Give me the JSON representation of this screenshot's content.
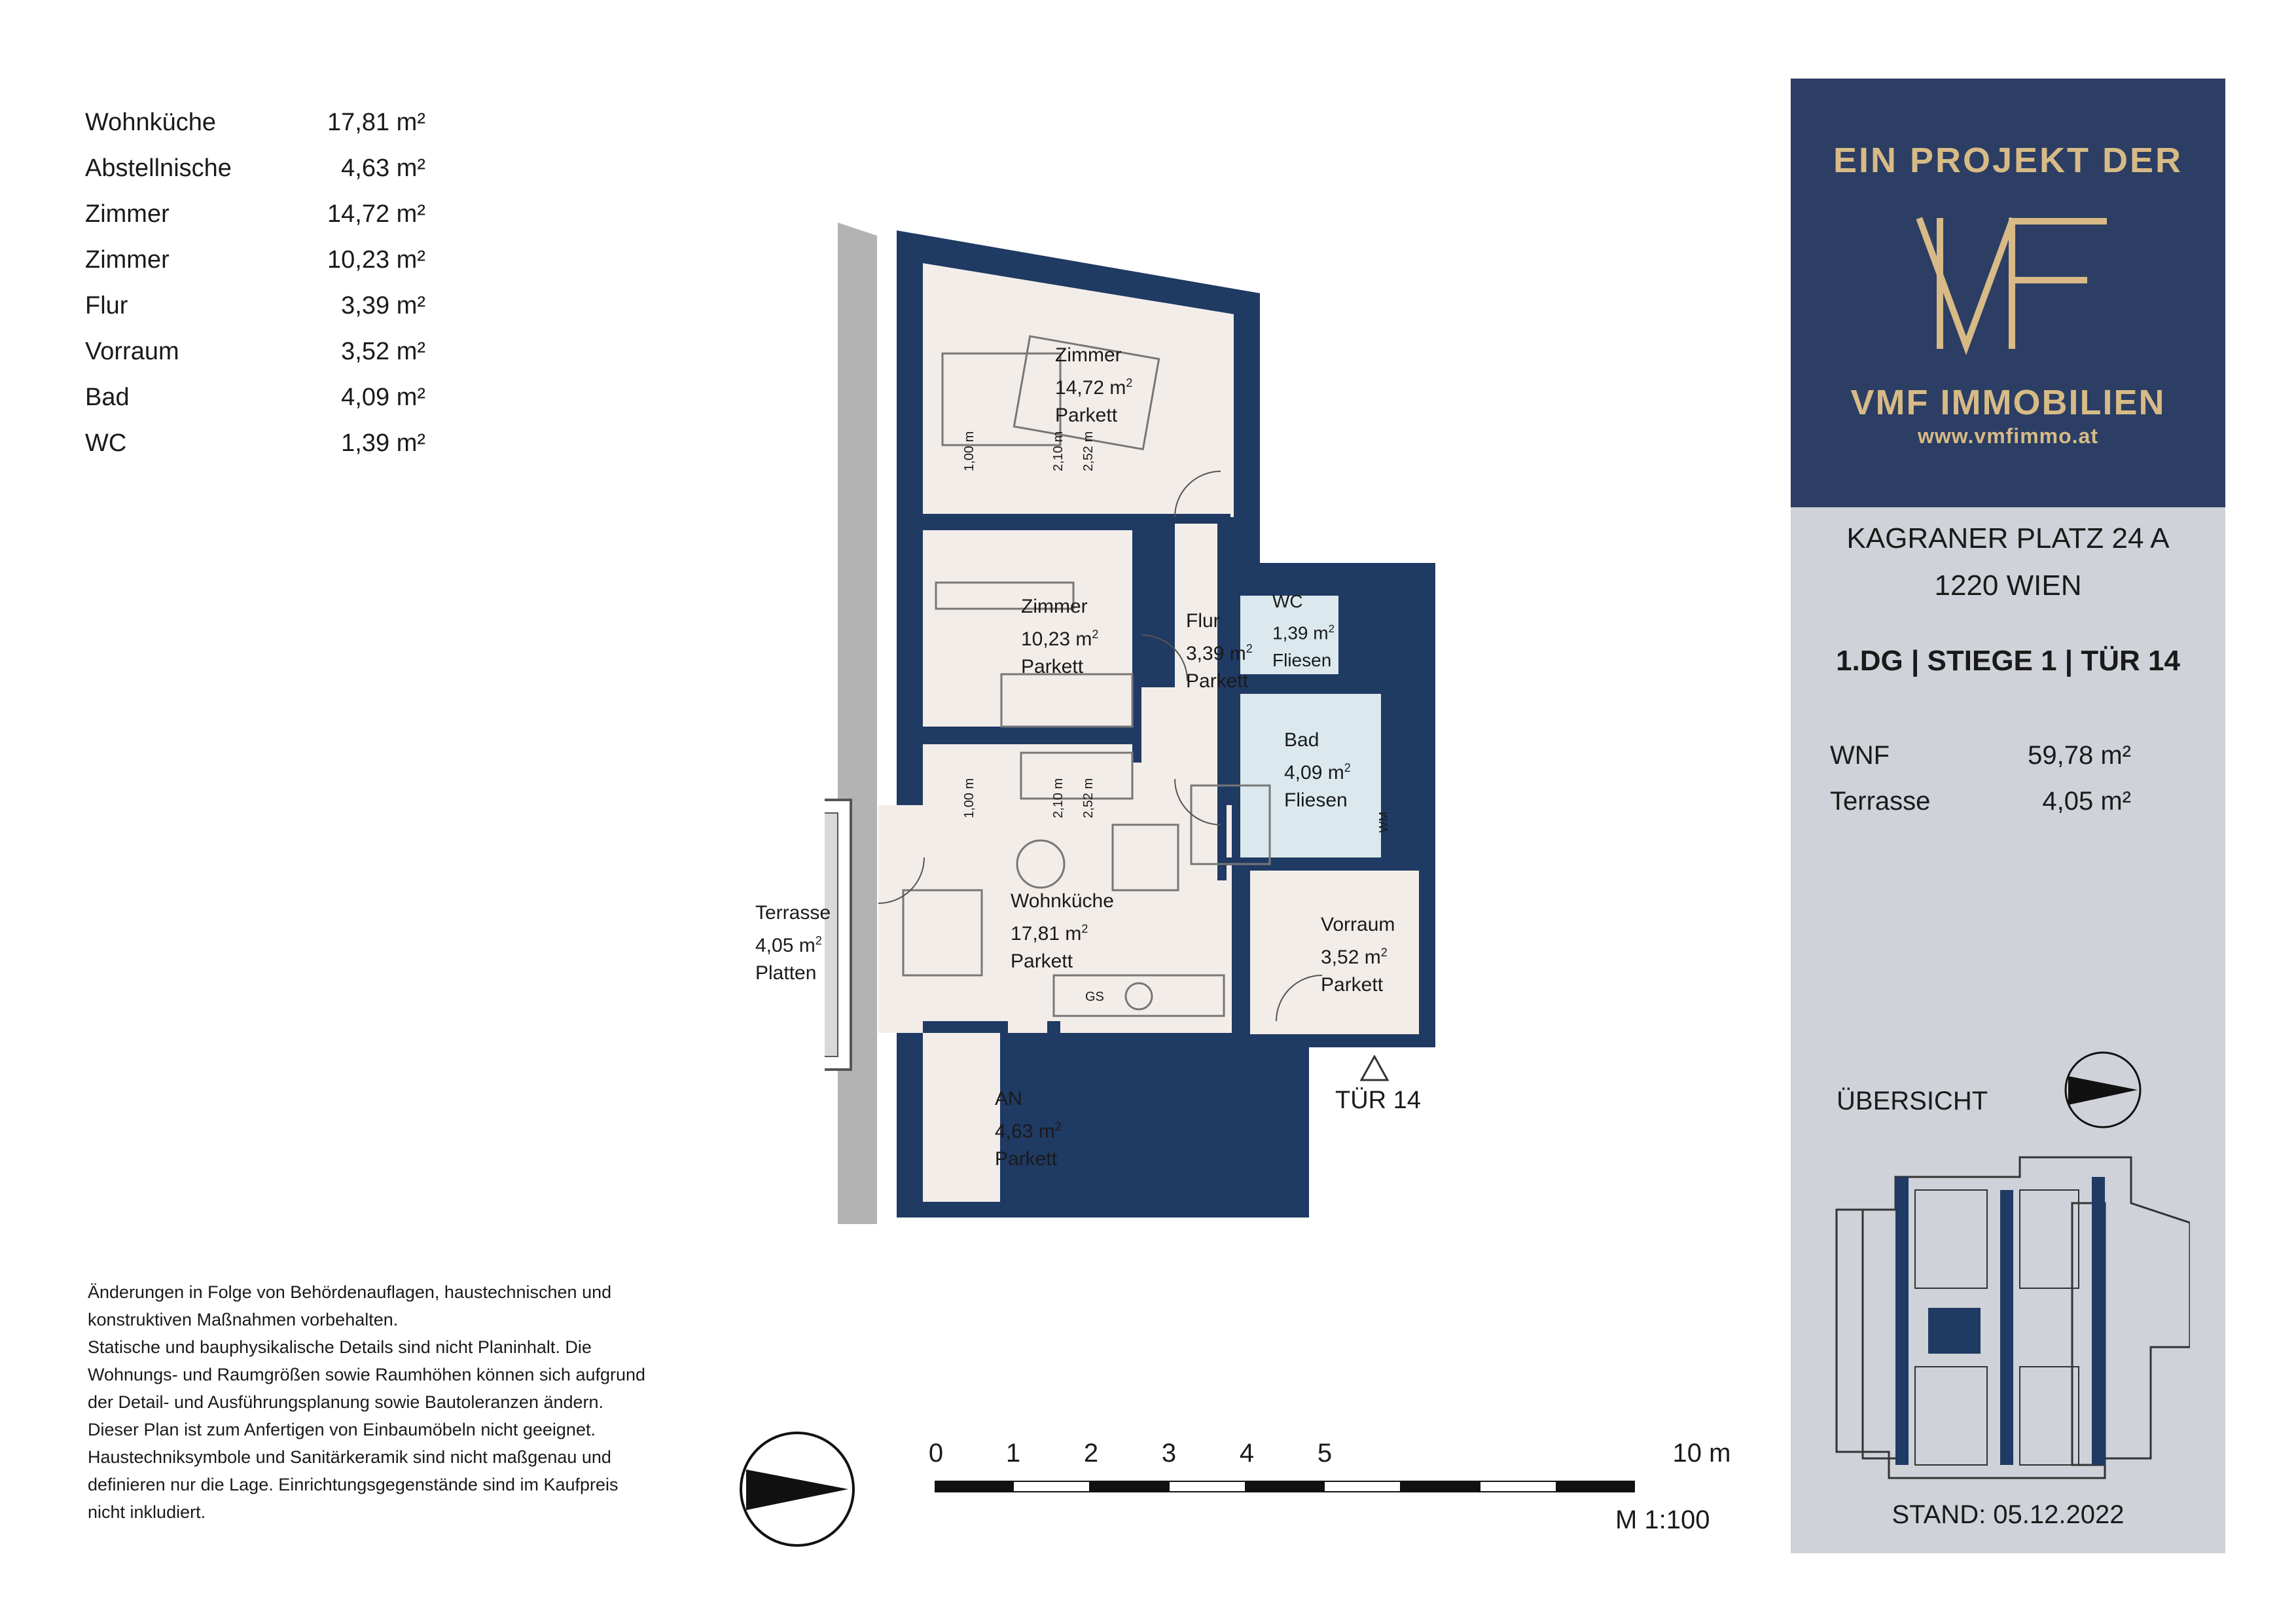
{
  "areas": [
    {
      "name": "Wohnküche",
      "value": "17,81 m²"
    },
    {
      "name": "Abstellnische",
      "value": "4,63 m²"
    },
    {
      "name": "Zimmer",
      "value": "14,72 m²"
    },
    {
      "name": "Zimmer",
      "value": "10,23 m²"
    },
    {
      "name": "Flur",
      "value": "3,39 m²"
    },
    {
      "name": "Vorraum",
      "value": "3,52 m²"
    },
    {
      "name": "Bad",
      "value": "4,09 m²"
    },
    {
      "name": "WC",
      "value": "1,39 m²"
    }
  ],
  "rooms": {
    "zimmer1": {
      "name": "Zimmer",
      "area": "14,72 m",
      "sup": "2",
      "floor": "Parkett"
    },
    "zimmer2": {
      "name": "Zimmer",
      "area": "10,23 m",
      "sup": "2",
      "floor": "Parkett"
    },
    "flur": {
      "name": "Flur",
      "area": "3,39 m",
      "sup": "2",
      "floor": "Parkett"
    },
    "wc": {
      "name": "WC",
      "area": "1,39 m",
      "sup": "2",
      "floor": "Fliesen"
    },
    "bad": {
      "name": "Bad",
      "area": "4,09 m",
      "sup": "2",
      "floor": "Fliesen"
    },
    "terrasse": {
      "name": "Terrasse",
      "area": "4,05 m",
      "sup": "2",
      "floor": "Platten"
    },
    "wohnkueche": {
      "name": "Wohnküche",
      "area": "17,81 m",
      "sup": "2",
      "floor": "Parkett"
    },
    "vorraum": {
      "name": "Vorraum",
      "area": "3,52 m",
      "sup": "2",
      "floor": "Parkett"
    },
    "an": {
      "name": "AN",
      "area": "4,63 m",
      "sup": "2",
      "floor": "Parkett"
    }
  },
  "heights": {
    "h1": "1,00 m",
    "h2": "2,10 m",
    "h3": "2,52 m"
  },
  "fixtures": {
    "wm": "WM",
    "gs": "GS"
  },
  "door_label": "TÜR 14",
  "disclaimer": "Änderungen in Folge von Behördenauflagen, haustechnischen und\nkonstruktiven Maßnahmen vorbehalten.\nStatische und bauphysikalische Details sind nicht Planinhalt. Die\nWohnungs- und Raumgrößen sowie Raumhöhen können sich aufgrund\nder Detail- und Ausführungsplanung sowie Bautoleranzen ändern.\nDieser Plan ist zum Anfertigen von Einbaumöbeln nicht geeignet.\nHaustechniksymbole und Sanitärkeramik sind nicht maßgenau und\ndefinieren nur die Lage. Einrichtungsgegenstände sind im Kaufpreis\nnicht inkludiert.",
  "scale": {
    "ticks": [
      "0",
      "1",
      "2",
      "3",
      "4",
      "5",
      "10 m"
    ],
    "note": "M 1:100"
  },
  "brand": {
    "tagline": "EIN PROJEKT DER",
    "logo_letters": "VMF",
    "name": "VMF IMMOBILIEN",
    "url": "www.vmfimmo.at",
    "gold": "#d7ba86",
    "navy": "#2c3e63"
  },
  "address": {
    "line1": "KAGRANER PLATZ 24 A",
    "line2": "1220 WIEN"
  },
  "unit": "1.DG | STIEGE 1 | TÜR 14",
  "summary": [
    {
      "label": "WNF",
      "value": "59,78 m²"
    },
    {
      "label": "Terrasse",
      "value": "4,05 m²"
    }
  ],
  "overview_label": "ÜBERSICHT",
  "stand": "STAND: 05.12.2022",
  "colors": {
    "wall": "#1f3a63",
    "floor": "#f3ede9",
    "tile": "#dbe9ee",
    "overview_bg": "#cfd2d8"
  }
}
